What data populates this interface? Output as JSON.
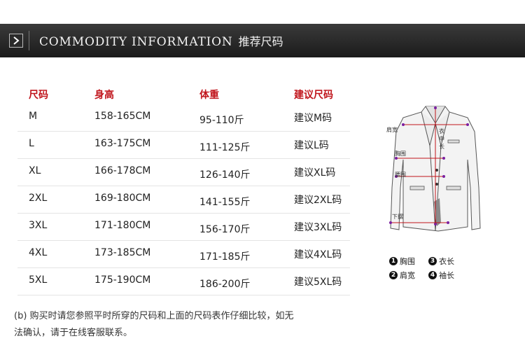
{
  "header": {
    "title_en": "COMMODITY INFORMATION",
    "title_cn": "推荐尺码"
  },
  "table": {
    "headers": [
      "尺码",
      "身高",
      "体重",
      "建议尺码"
    ],
    "rows": [
      [
        "M",
        "158-165CM",
        "95-110斤",
        "建议M码"
      ],
      [
        "L",
        "163-175CM",
        "111-125斤",
        "建议L码"
      ],
      [
        "XL",
        "166-178CM",
        "126-140斤",
        "建议XL码"
      ],
      [
        "2XL",
        "169-180CM",
        "141-155斤",
        "建议2XL码"
      ],
      [
        "3XL",
        "171-180CM",
        "156-170斤",
        "建议3XL码"
      ],
      [
        "4XL",
        "173-185CM",
        "171-185斤",
        "建议4XL码"
      ],
      [
        "5XL",
        "175-190CM",
        "186-200斤",
        "建议5XL码"
      ]
    ],
    "header_color": "#c0141b"
  },
  "note": {
    "line1": "(b) 购买时请您参照平时所穿的尺码和上面的尺码表作仔细比较，如无",
    "line2": "法确认，请于在线客服联系。"
  },
  "diagram": {
    "labels": {
      "shoulder": "肩宽",
      "chest": "胸围",
      "waist": "腰围",
      "hem": "下摆",
      "length": "衣中长"
    }
  },
  "legend": {
    "items": [
      {
        "num": "1",
        "label": "胸围"
      },
      {
        "num": "3",
        "label": "衣长"
      },
      {
        "num": "2",
        "label": "肩宽"
      },
      {
        "num": "4",
        "label": "袖长"
      }
    ]
  },
  "colors": {
    "measure_line": "#c0141b",
    "measure_dot": "#7a1fa0"
  }
}
